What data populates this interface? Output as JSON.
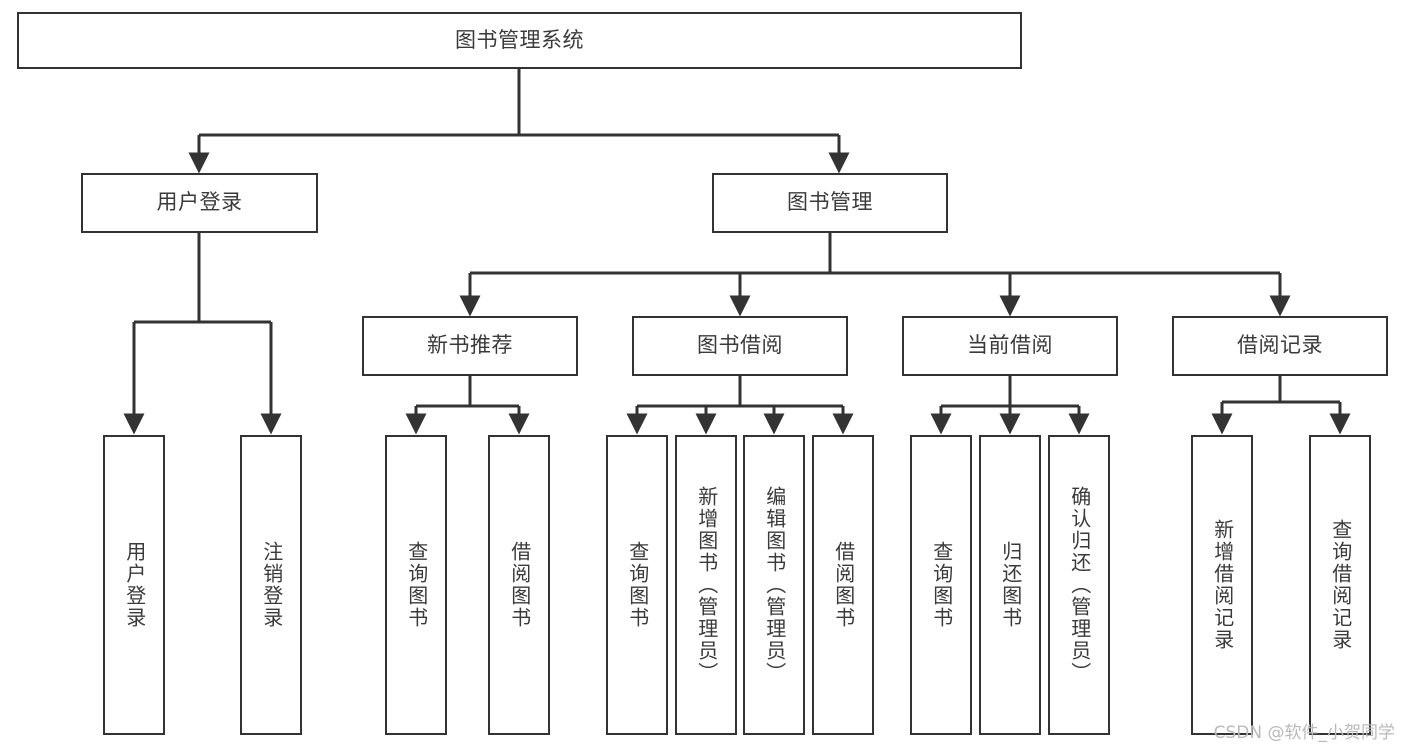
{
  "diagram": {
    "title": "图书管理系统",
    "watermark": "CSDN @软件_小贺同学",
    "colors": {
      "box_border": "#333333",
      "box_fill": "#ffffff",
      "edge": "#333333",
      "text": "#3a3a3a",
      "watermark": "#b9b9b9",
      "background": "#ffffff"
    },
    "root": {
      "label": "图书管理系统"
    },
    "level2": [
      {
        "label": "用户登录"
      },
      {
        "label": "图书管理"
      }
    ],
    "level3": [
      {
        "label": "新书推荐"
      },
      {
        "label": "图书借阅"
      },
      {
        "label": "当前借阅"
      },
      {
        "label": "借阅记录"
      }
    ],
    "leaves": {
      "user_login": [
        {
          "label": "用户登录"
        },
        {
          "label": "注销登录"
        }
      ],
      "new_book": [
        {
          "label": "查询图书"
        },
        {
          "label": "借阅图书"
        }
      ],
      "book_borrow": [
        {
          "label": "查询图书"
        },
        {
          "label": "新增图书（管理员）"
        },
        {
          "label": "编辑图书（管理员）"
        },
        {
          "label": "借阅图书"
        }
      ],
      "current_borrow": [
        {
          "label": "查询图书"
        },
        {
          "label": "归还图书"
        },
        {
          "label": "确认归还（管理员）"
        }
      ],
      "borrow_record": [
        {
          "label": "新增借阅记录"
        },
        {
          "label": "查询借阅记录"
        }
      ]
    }
  }
}
